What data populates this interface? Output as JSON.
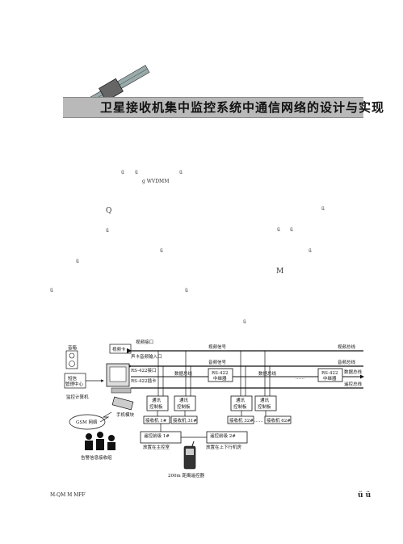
{
  "header": {
    "title": "卫星接收机集中监控系统中通信网络的设计与实现"
  },
  "scraps": [
    "ü",
    "ü",
    "ü",
    "g WVDMM",
    "Q",
    "ü",
    "ü",
    "ü",
    "ü",
    "ü",
    "ü",
    "ü",
    "M",
    "ü",
    "ü",
    "ü"
  ],
  "diagram": {
    "labels": {
      "speaker": "音箱",
      "video_card": "视频卡",
      "video_interface": "视频接口",
      "audio_input": "声卡音频输入口",
      "video_signal": "视频信号",
      "video_bus": "视频总线",
      "rs422_interface": "RS-422接口",
      "rs422_card": "RS-422插卡",
      "audio_signal": "音频信号",
      "audio_bus": "音频总线",
      "data_bus": "数据总线",
      "data_bus2": "数据总线",
      "rs422_rep1": "RS-422",
      "rep1": "中继器",
      "rs422_rep2": "RS-422",
      "rep2": "中继器",
      "data_bus_right": "数据总线",
      "remote_bus": "遥控总线",
      "sms_left": "短信",
      "sms_right": "管理中心",
      "monitor_pc": "监控计算机",
      "gsm_module": "手机模块",
      "gsm_net": "GSM 网络",
      "ctrl1a": "通讯",
      "ctrl1b": "控制板",
      "ctrl2a": "通讯",
      "ctrl2b": "控制板",
      "ctrl3a": "通讯",
      "ctrl3b": "控制板",
      "ctrl4a": "通讯",
      "ctrl4b": "控制板",
      "rx1": "接收机 1#",
      "rx2": "接收机 31#",
      "rx3": "接收机 32#",
      "rx4": "接收机 62#",
      "ellipsis": "……",
      "remote_head1a": "遥控前级 1#",
      "remote_head1b": "放置在主控室",
      "remote_head2a": "遥控前级 2#",
      "remote_head2b": "放置在上下行机房",
      "alarm_group": "告警信息接收组",
      "remote_ctrl": "200m 距离遥控器"
    }
  },
  "footer": {
    "left": "M-QM        M            MFF",
    "right": "ü ü"
  }
}
